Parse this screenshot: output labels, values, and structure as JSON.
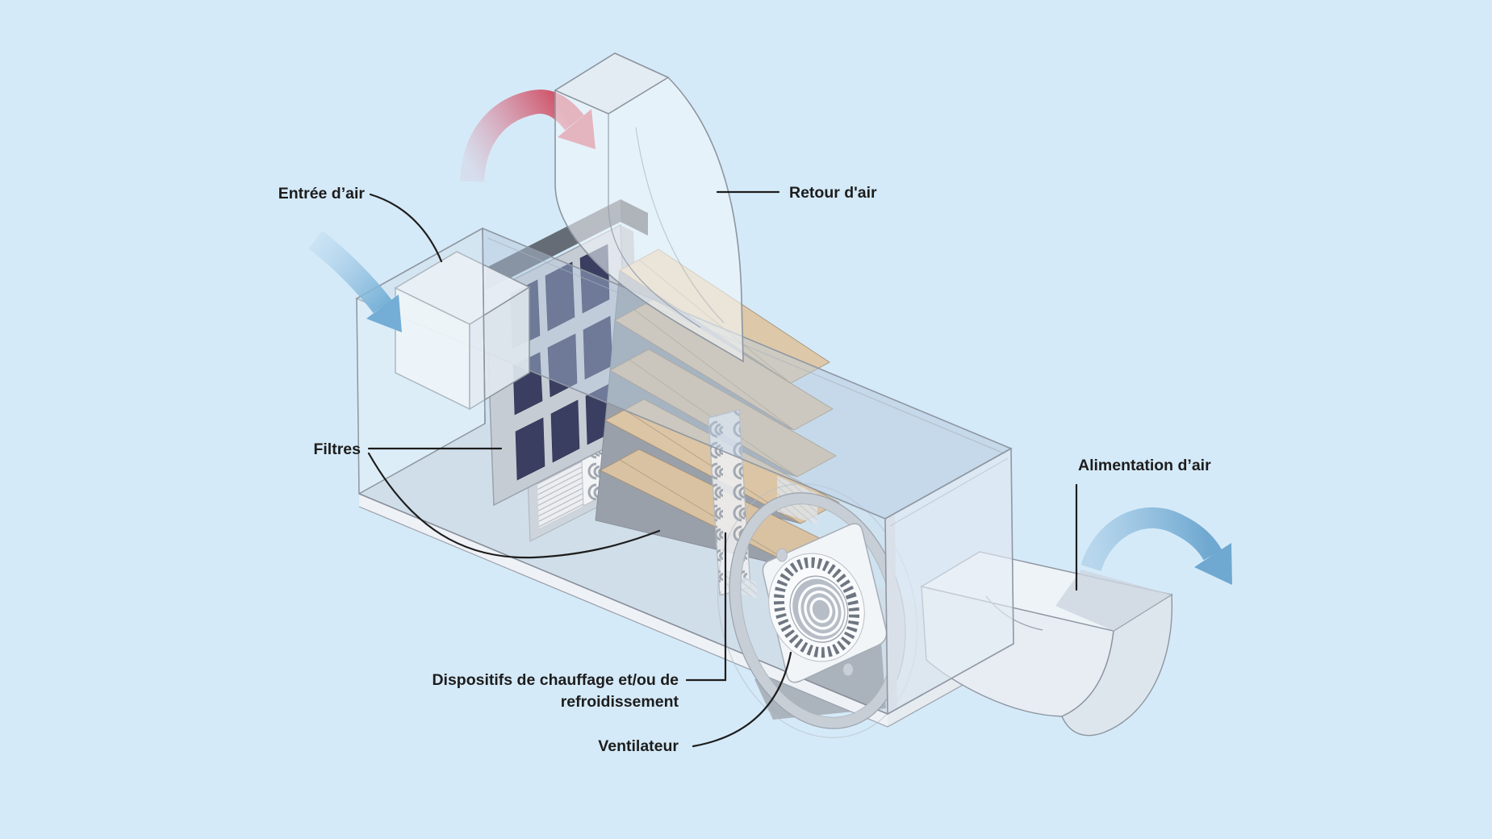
{
  "diagram": {
    "background_color": "#d5eaf8",
    "labels": {
      "air_intake": "Entrée d’air",
      "air_return": "Retour d'air",
      "filters": "Filtres",
      "heating_cooling_line1": "Dispositifs de chauffage et/ou de",
      "heating_cooling_line2": "refroidissement",
      "fan": "Ventilateur",
      "air_supply": "Alimentation d’air"
    },
    "colors": {
      "intake_arrow": "#79b2d8",
      "return_arrow": "#d0586d",
      "supply_arrow": "#6fa8d0",
      "filter_panel": "#3a3f62",
      "filter_media_tan": "#d8c2a2",
      "casing": "#e8eff6",
      "label_text": "#1d1d1d"
    }
  }
}
